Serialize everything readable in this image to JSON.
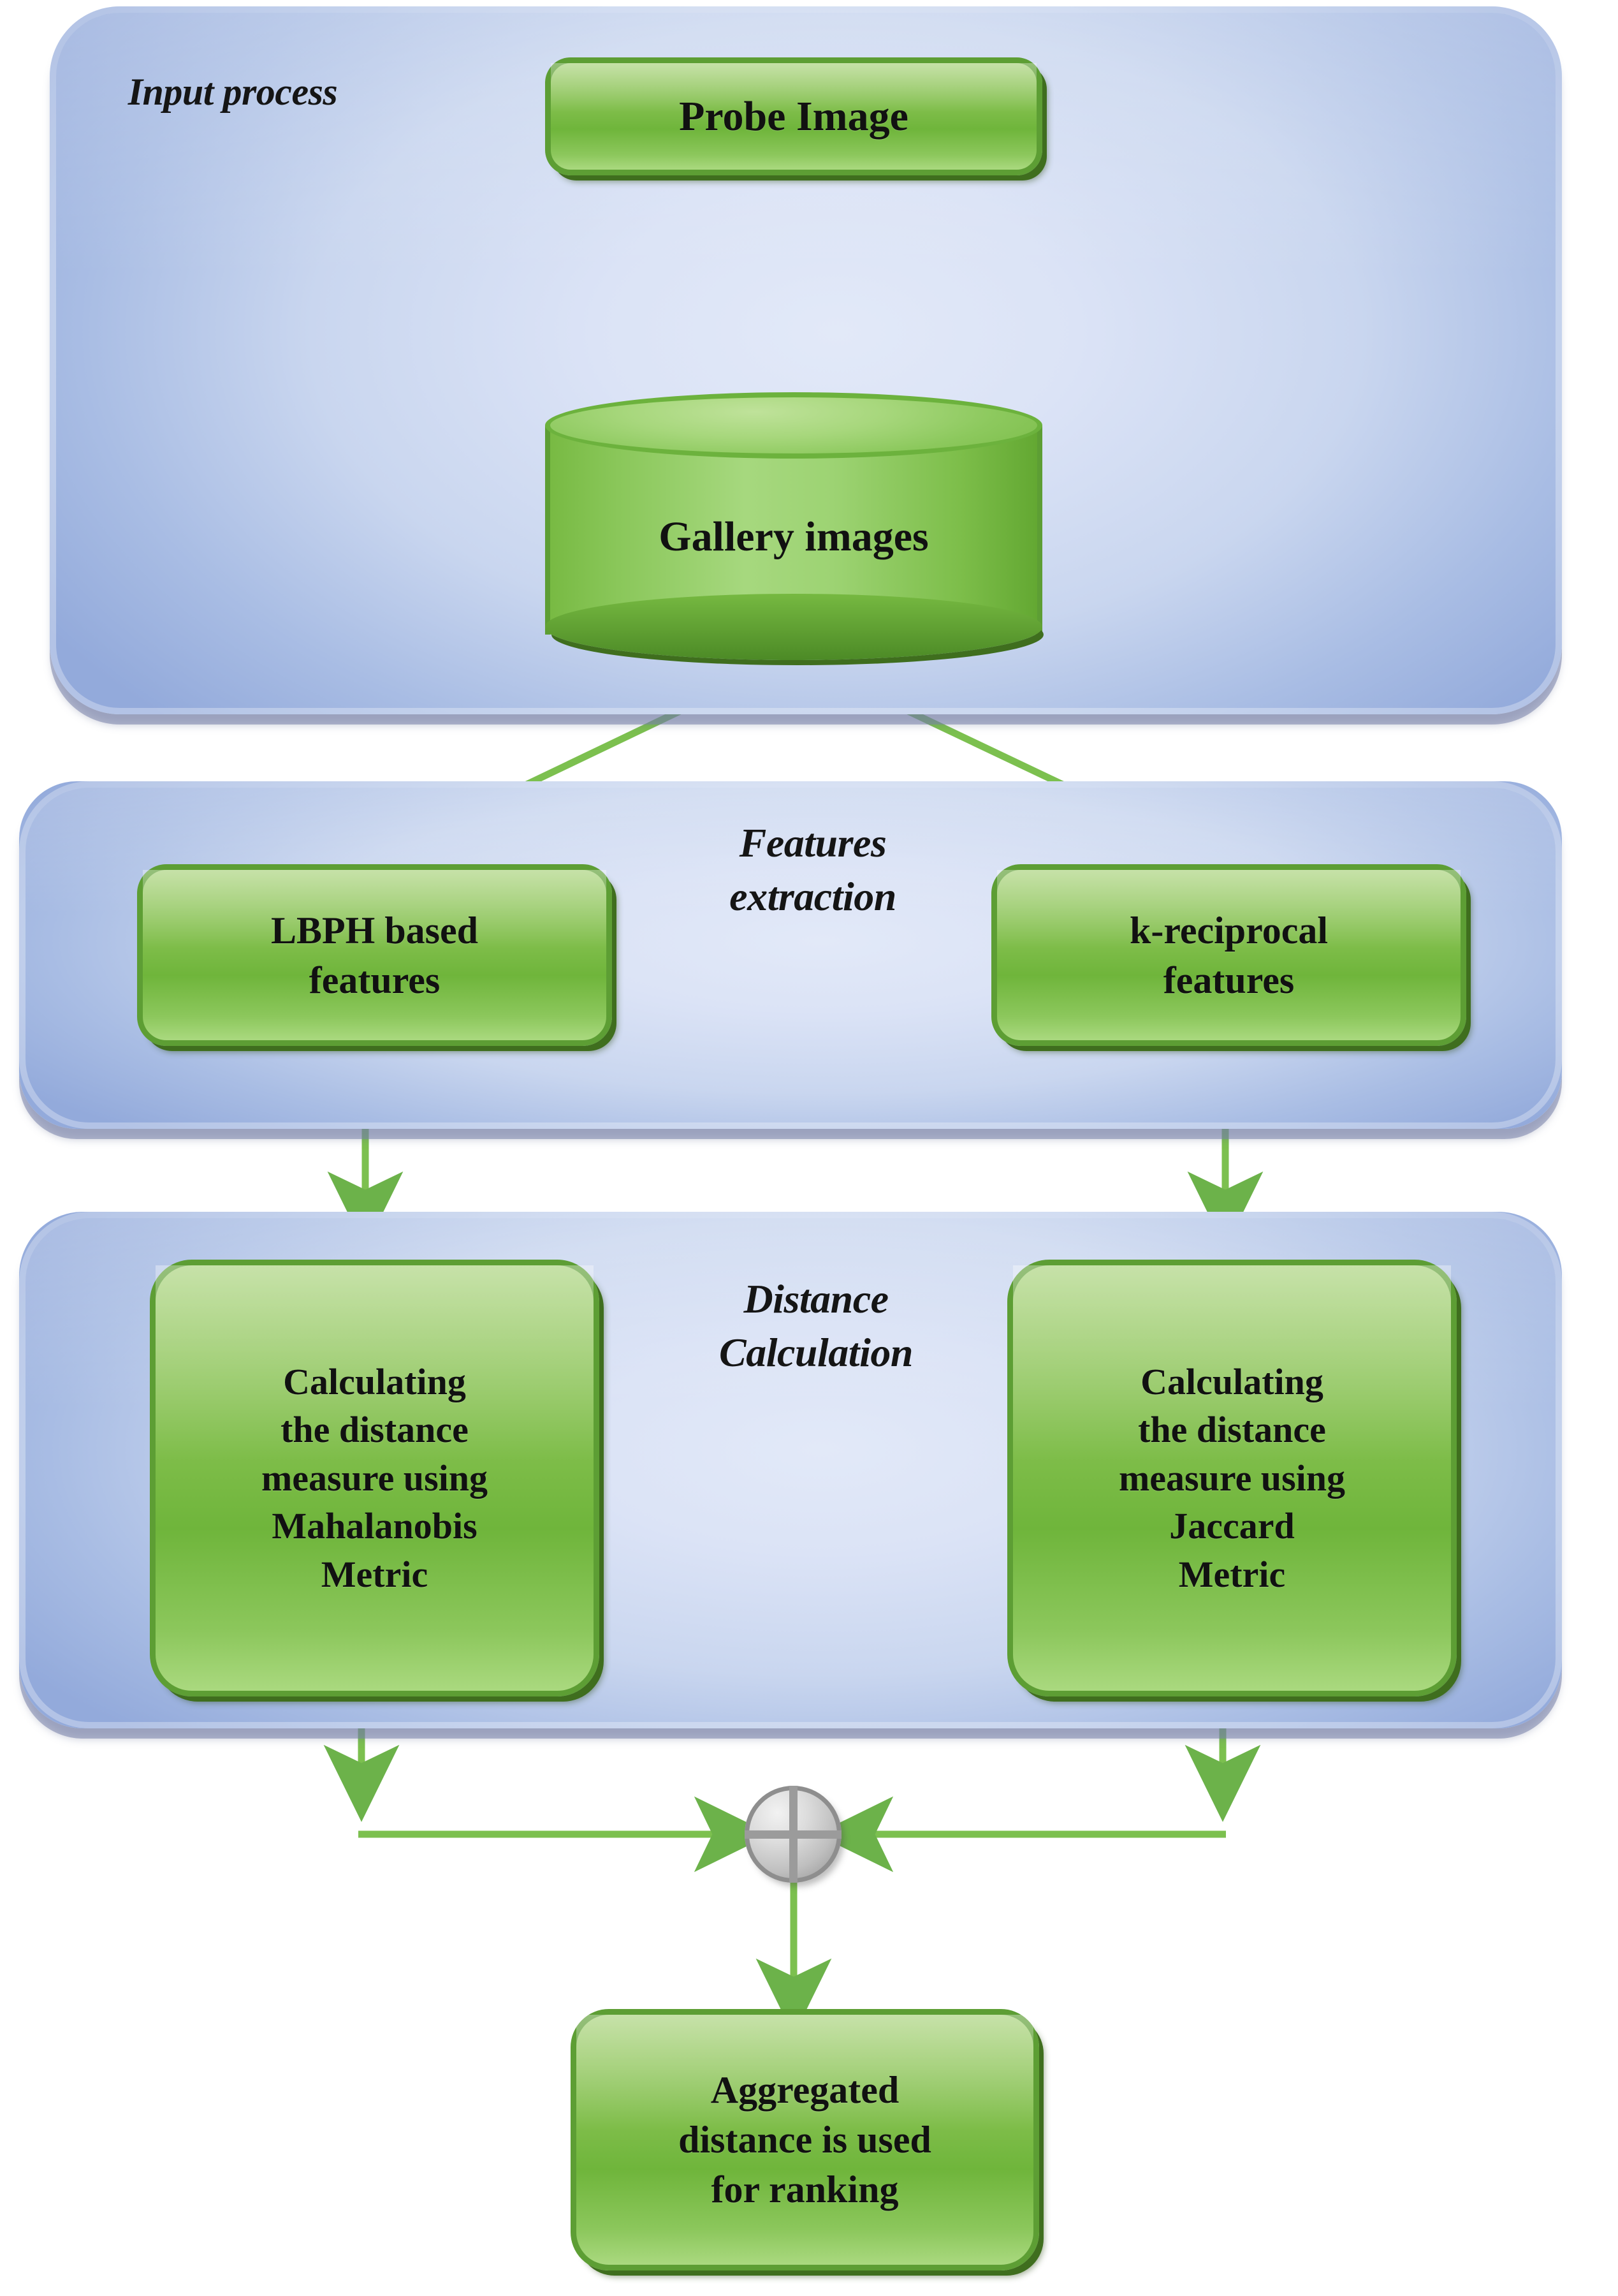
{
  "diagram": {
    "title_text_color": "#111111",
    "accent_green": "#7ebd49",
    "panel_blue": "#c9d6ef",
    "junction_gray": "#9b9b9b",
    "sections": [
      {
        "id": "input-process",
        "label": "Input process"
      },
      {
        "id": "features-extraction",
        "label": "Features\nextraction"
      },
      {
        "id": "distance-calculation",
        "label": "Distance\nCalculation"
      }
    ],
    "nodes": {
      "probe_image": {
        "label": "Probe Image",
        "shape": "rounded-rect"
      },
      "gallery_images": {
        "label": "Gallery images",
        "shape": "cylinder"
      },
      "lbph_features": {
        "label": "LBPH based\nfeatures",
        "shape": "rounded-rect"
      },
      "kreciprocal_features": {
        "label": "k-reciprocal\nfeatures",
        "shape": "rounded-rect"
      },
      "mahalanobis_distance": {
        "label": "Calculating\nthe distance\nmeasure using\nMahalanobis\nMetric",
        "shape": "rounded-rect"
      },
      "jaccard_distance": {
        "label": "Calculating\nthe distance\nmeasure using\nJaccard\nMetric",
        "shape": "rounded-rect"
      },
      "aggregation": {
        "label": "",
        "shape": "circle-plus"
      },
      "aggregated_ranking": {
        "label": "Aggregated\ndistance is used\nfor ranking",
        "shape": "rounded-rect"
      }
    },
    "edges": [
      {
        "from": "probe_image",
        "to": "gallery_images",
        "style": "thick-block-arrow"
      },
      {
        "from": "gallery_images",
        "to": "lbph_features",
        "style": "line-arrow"
      },
      {
        "from": "gallery_images",
        "to": "kreciprocal_features",
        "style": "line-arrow"
      },
      {
        "from": "lbph_features",
        "to": "mahalanobis_distance",
        "style": "line-arrow"
      },
      {
        "from": "kreciprocal_features",
        "to": "jaccard_distance",
        "style": "line-arrow"
      },
      {
        "from": "mahalanobis_distance",
        "to": "aggregation",
        "style": "line-arrow"
      },
      {
        "from": "jaccard_distance",
        "to": "aggregation",
        "style": "line-arrow"
      },
      {
        "from": "aggregation",
        "to": "aggregated_ranking",
        "style": "line-arrow"
      }
    ]
  }
}
